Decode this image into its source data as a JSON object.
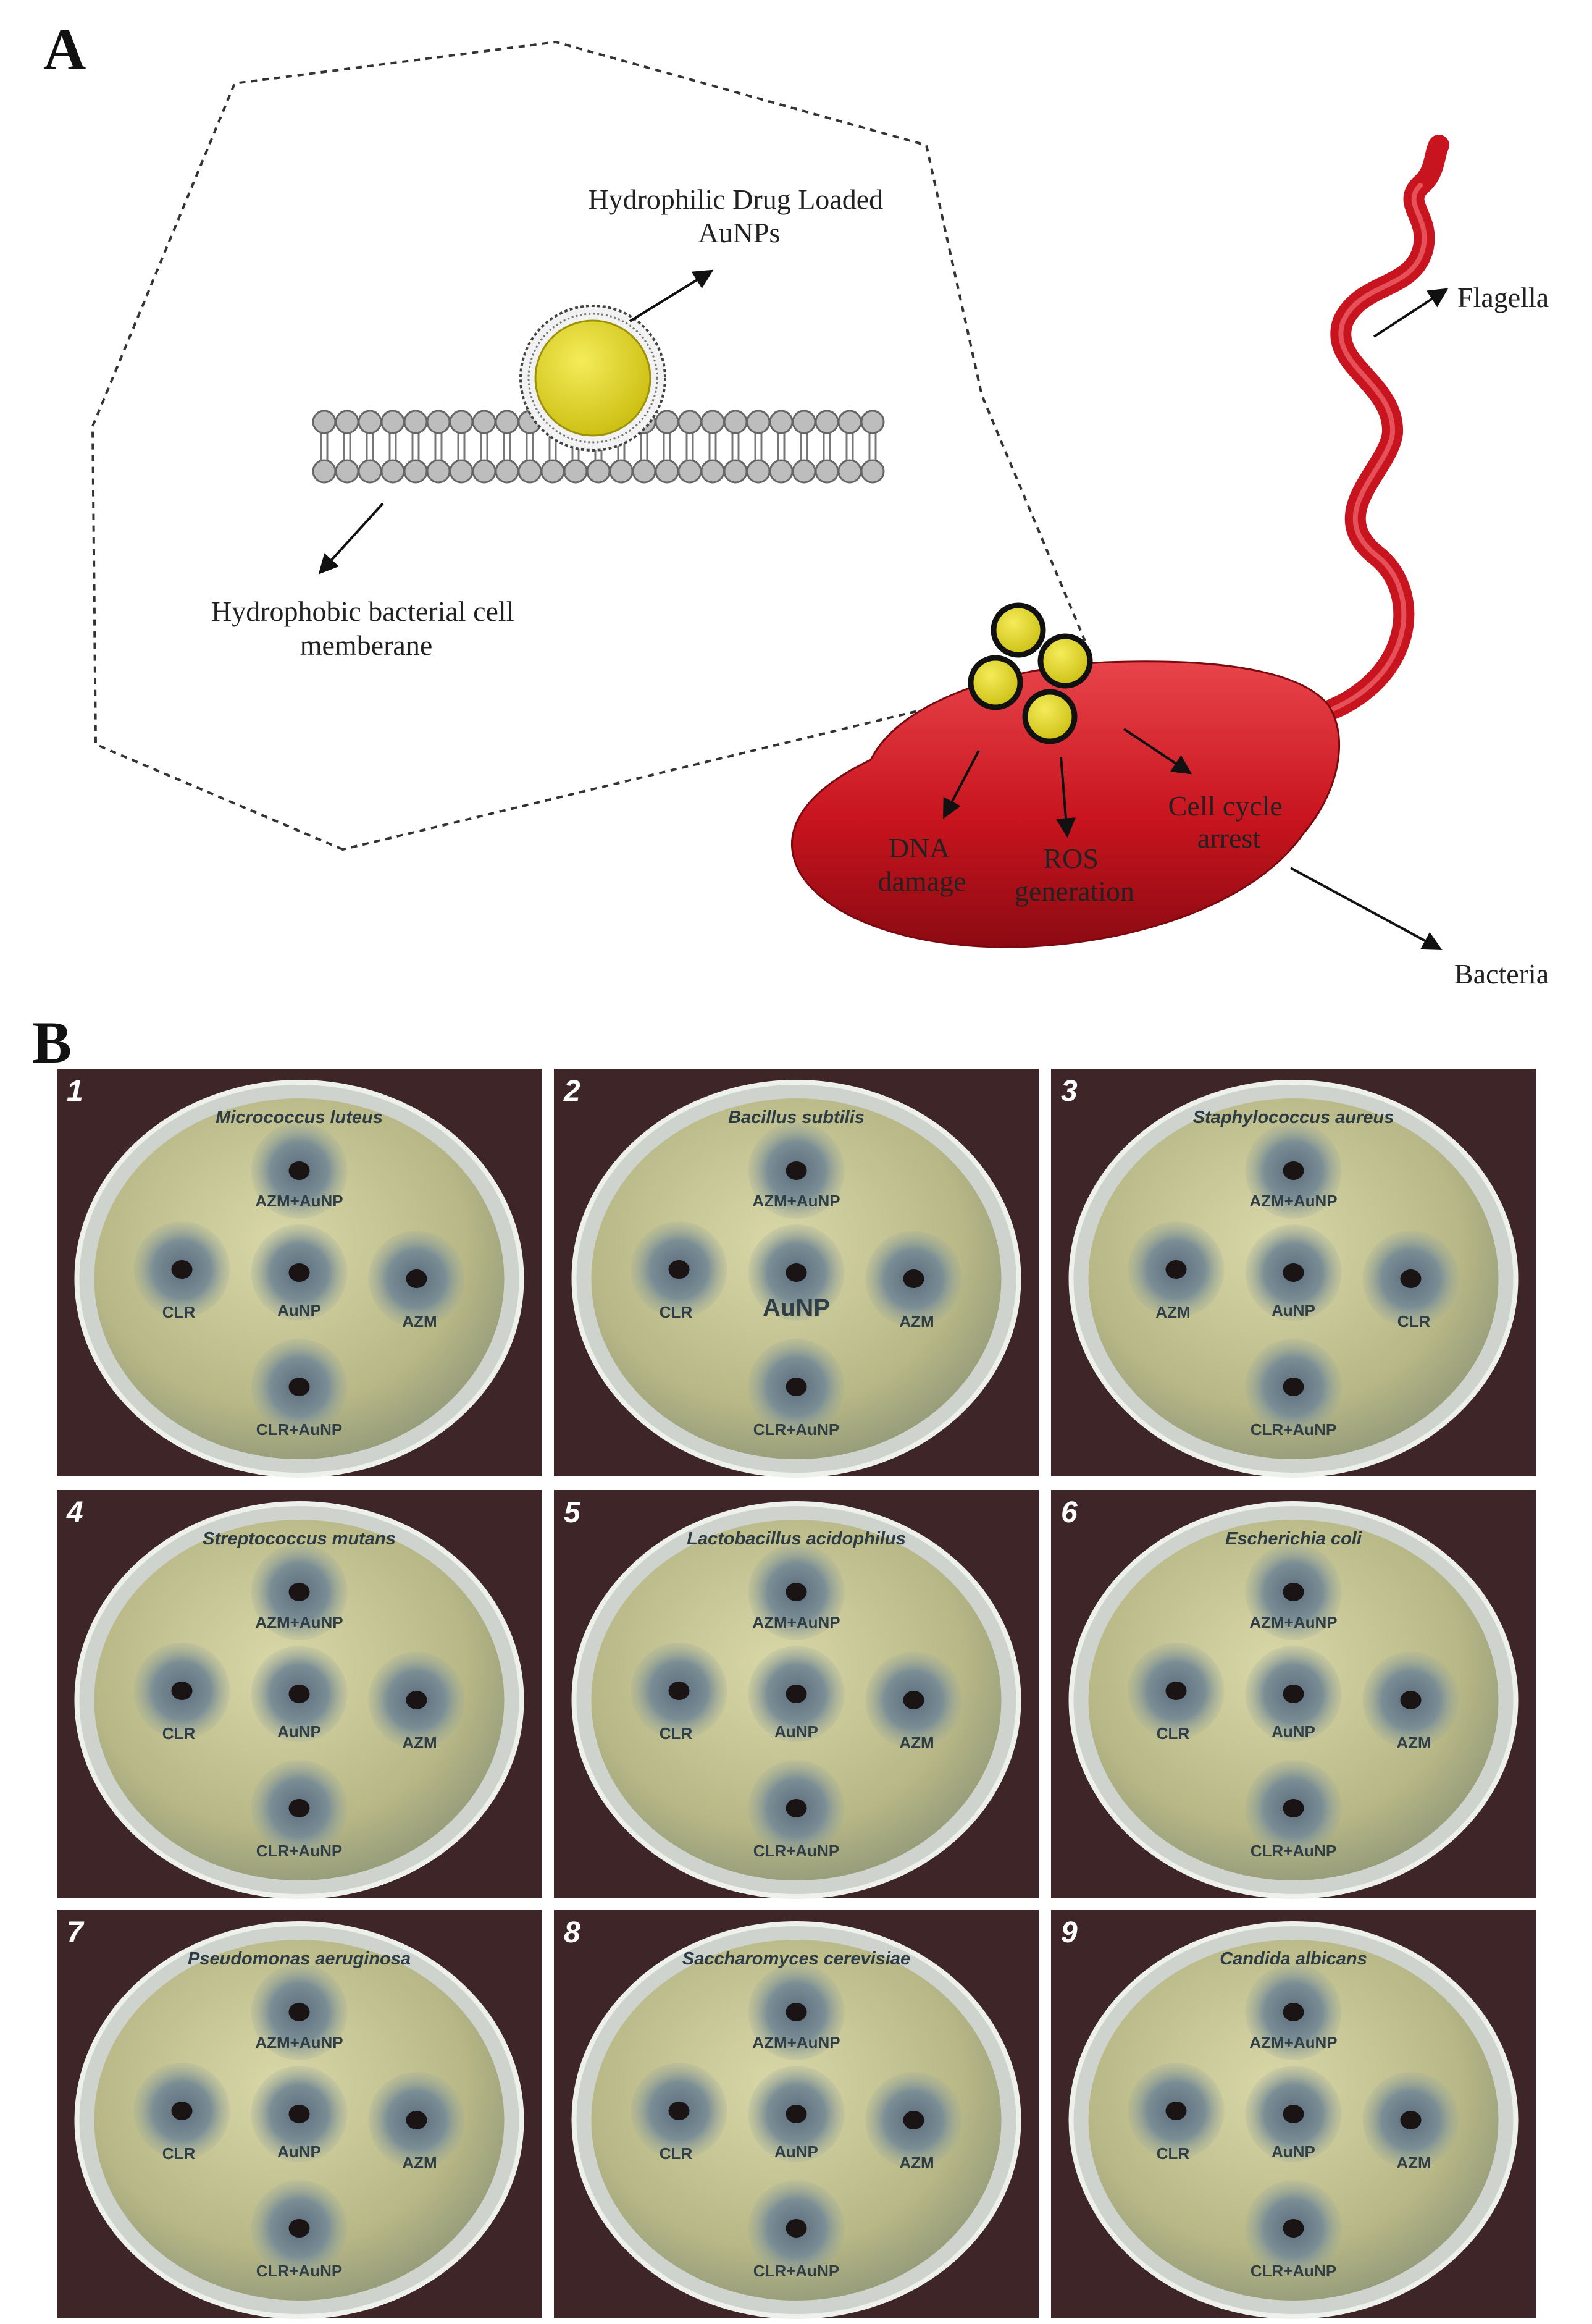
{
  "panel_a": {
    "letter": "A",
    "labels": {
      "drug_loaded": [
        "Hydrophilic Drug Loaded",
        "AuNPs"
      ],
      "membrane": [
        "Hydrophobic bacterial cell",
        "memberane"
      ],
      "flagella": "Flagella",
      "bacteria": "Bacteria",
      "dna": [
        "DNA",
        "damage"
      ],
      "ros": [
        "ROS",
        "generation"
      ],
      "cell_cycle": [
        "Cell cycle",
        "arrest"
      ]
    },
    "colors": {
      "bacteria": "#c8141e",
      "nanoparticle": "#e6d81a",
      "membrane": "#bdbdbd"
    }
  },
  "panel_b": {
    "letter": "B",
    "plates": [
      {
        "number": "1",
        "title": "Micrococcus luteus",
        "wells": [
          "AZM+AuNP",
          "CLR",
          "AuNP",
          "AZM",
          "CLR+AuNP"
        ]
      },
      {
        "number": "2",
        "title": "Bacillus subtilis",
        "wells": [
          "AZM+AuNP",
          "CLR",
          "AuNP",
          "AZM",
          "CLR+AuNP"
        ]
      },
      {
        "number": "3",
        "title": "Staphylococcus aureus",
        "wells": [
          "AZM+AuNP",
          "AZM",
          "AuNP",
          "CLR",
          "CLR+AuNP"
        ]
      },
      {
        "number": "4",
        "title": "Streptococcus mutans",
        "wells": [
          "AZM+AuNP",
          "CLR",
          "AuNP",
          "AZM",
          "CLR+AuNP"
        ]
      },
      {
        "number": "5",
        "title": "Lactobacillus acidophilus",
        "wells": [
          "AZM+AuNP",
          "CLR",
          "AuNP",
          "AZM",
          "CLR+AuNP"
        ]
      },
      {
        "number": "6",
        "title": "Escherichia coli",
        "wells": [
          "AZM+AuNP",
          "CLR",
          "AuNP",
          "AZM",
          "CLR+AuNP"
        ]
      },
      {
        "number": "7",
        "title": "Pseudomonas aeruginosa",
        "wells": [
          "AZM+AuNP",
          "CLR",
          "AuNP",
          "AZM",
          "CLR+AuNP"
        ]
      },
      {
        "number": "8",
        "title": "Saccharomyces cerevisiae",
        "wells": [
          "AZM+AuNP",
          "CLR",
          "AuNP",
          "AZM",
          "CLR+AuNP"
        ]
      },
      {
        "number": "9",
        "title": "Candida albicans",
        "wells": [
          "AZM+AuNP",
          "CLR",
          "AuNP",
          "AZM",
          "CLR+AuNP"
        ]
      }
    ]
  }
}
